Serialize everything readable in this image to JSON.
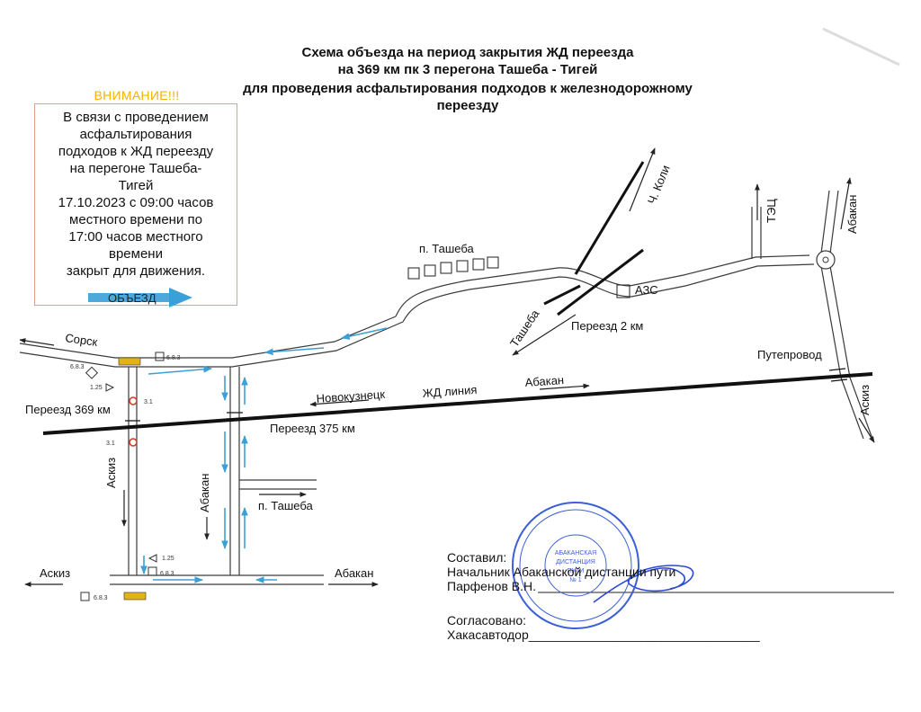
{
  "title": {
    "line1": "Схема объезда на период закрытия ЖД переезда",
    "line2": "на 369 км пк 3 перегона Ташеба - Тигей",
    "line3": "для проведения асфальтирования подходов к железнодорожному",
    "line4": "переезду"
  },
  "notice": {
    "header": "ВНИМАНИЕ!!!",
    "lines": [
      "В связи с проведением",
      "асфальтирования",
      "подходов к  ЖД переезду",
      "на перегоне  Ташеба-",
      "Тигей",
      "17.10.2023 с 09:00 часов",
      "местного времени по",
      "17:00 часов местного",
      "времени",
      "закрыт для движения."
    ],
    "detour_label": "ОБЪЕЗД"
  },
  "map": {
    "labels": {
      "sorsk": "Сорск",
      "pereezd_369": "Переезд 369 км",
      "pereezd_375": "Переезд 375 км",
      "pereezd_2": "Переезд 2 км",
      "zhd_line": "ЖД линия",
      "novokuznetsk": "Новокузнецк",
      "abakan_rail": "Абакан",
      "askiz_left_vertical": "Аскиз",
      "abakan_vertical": "Абакан",
      "p_tasheba_bottom": "п. Ташеба",
      "askiz_bottom": "Аскиз",
      "abakan_bottom": "Абакан",
      "p_tasheba_top": "п. Ташеба",
      "ch_koli": "Ч. Коли",
      "tasheba_diag": "Ташеба",
      "azs": "АЗС",
      "tets": "ТЭЦ",
      "abakan_top_right": "Абакан",
      "askiz_right": "Аскиз",
      "puteprovod": "Путепровод"
    },
    "signs": {
      "s683": "6.8.3",
      "s31": "3.1",
      "s125": "1.25"
    },
    "colors": {
      "road": "#3a3a3a",
      "rail": "#111111",
      "detour_arrow": "#3aa0d8",
      "stamp": "#3b5fd6",
      "sign_yellow": "#e3b21b",
      "sign_red": "#d23a2a"
    }
  },
  "signatures": {
    "sostavil": "Составил:",
    "position": "Начальник Абаканской дистанции пути",
    "name": "Парфенов В.Н.",
    "soglasovano": "Согласовано:",
    "org": "Хакасавтодор_________________________________"
  },
  "stamp": {
    "center_line1": "АБАКАНСКАЯ",
    "center_line2": "ДИСТАНЦИЯ",
    "center_line3": "ПУТИ",
    "center_line4": "№ 1"
  }
}
